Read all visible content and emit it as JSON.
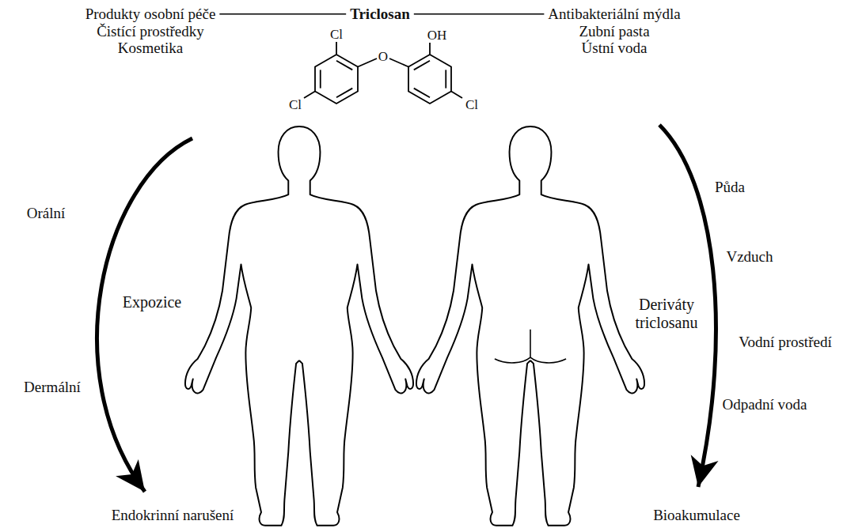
{
  "diagram": {
    "nodes": [
      {
        "text": [
          "Produkty osobní péče",
          "Čistící prostředky",
          "Kosmetika"
        ]
      },
      {
        "text": [
          "Triclosan"
        ]
      },
      {
        "text": [
          "Antibakteriální mýdla",
          "Zubní pasta",
          "Ústní voda"
        ]
      }
    ],
    "edges": [
      {
        "from": 0,
        "to": 1,
        "arrow": "none"
      },
      {
        "from": 1,
        "to": 2,
        "arrow": "none"
      }
    ],
    "labels": [
      "Cl",
      "OH",
      "O",
      "Cl",
      "Cl",
      "Orální",
      "Expozice",
      "Dermální",
      "Endokrinní narušení",
      "Deriváty triclosanu",
      "Půda",
      "Vzduch",
      "Vodní prostředí",
      "Odpadní voda",
      "Bioakumulace"
    ]
  }
}
